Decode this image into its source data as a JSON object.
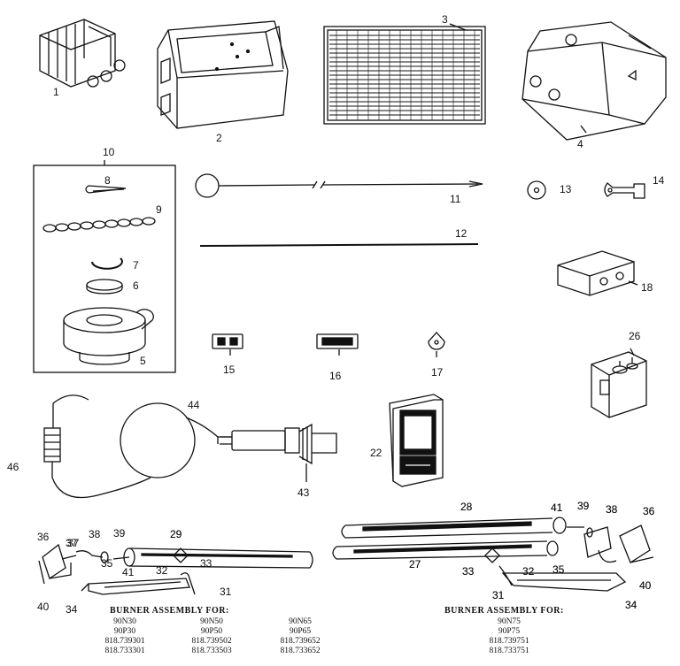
{
  "part_numbers": [
    "1",
    "2",
    "3",
    "4",
    "5",
    "6",
    "7",
    "8",
    "9",
    "10",
    "11",
    "12",
    "13",
    "14",
    "15",
    "16",
    "17",
    "18",
    "22",
    "26",
    "27",
    "28",
    "29",
    "31",
    "32",
    "33",
    "34",
    "35",
    "36",
    "37",
    "38",
    "39",
    "40",
    "41",
    "43",
    "44",
    "46"
  ],
  "left_burner": {
    "labels": [
      "36",
      "37",
      "38",
      "39",
      "29",
      "41",
      "32",
      "33",
      "35",
      "40",
      "34",
      "31"
    ],
    "caption": "BURNER ASSEMBLY FOR:",
    "columns": [
      [
        "90N30",
        "90P30",
        "818.739301",
        "818.733301"
      ],
      [
        "90N50",
        "90P50",
        "818.739502",
        "818.733503"
      ],
      [
        "90N65",
        "90P65",
        "818.739652",
        "818.733652"
      ]
    ]
  },
  "right_burner": {
    "labels": [
      "28",
      "41",
      "39",
      "38",
      "36",
      "27",
      "33",
      "32",
      "31",
      "35",
      "40",
      "34"
    ],
    "caption": "BURNER ASSEMBLY FOR:",
    "columns": [
      [
        "90N75",
        "90P75",
        "818.739751",
        "818.733751"
      ]
    ]
  }
}
